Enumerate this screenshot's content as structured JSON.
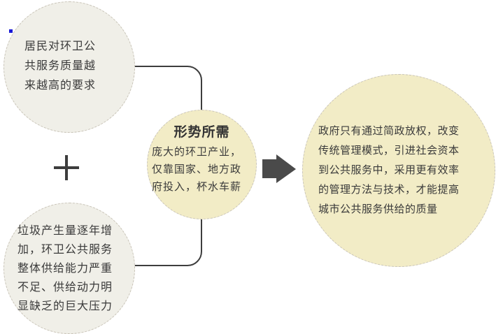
{
  "left_top": {
    "text": "居民对环卫公\n共服务质量越\n来越高的要求"
  },
  "left_bottom": {
    "text": "垃圾产生量逐年增\n加，环卫公共服务\n整体供给能力严重\n不足、供给动力明\n显缺乏的巨大压力"
  },
  "center": {
    "title": "形势所需",
    "text": "庞大的环卫产业，\n仅靠国家、地方政\n府投入，杯水车薪"
  },
  "right": {
    "text": "政府只有通过简政放权，改变\n传统管理模式，引进社会资本\n到公共服务中，采用更有效率\n的管理方法与技术，才能提高\n城市公共服务供给的质量"
  },
  "icons": {
    "plus": "plus-icon",
    "arrow": "arrow-right-icon"
  },
  "colors": {
    "circle_gray": "#f0efe8",
    "circle_yellow": "#f2ecc6",
    "connector": "#3d3d3d",
    "arrow": "#4a4a4a"
  }
}
